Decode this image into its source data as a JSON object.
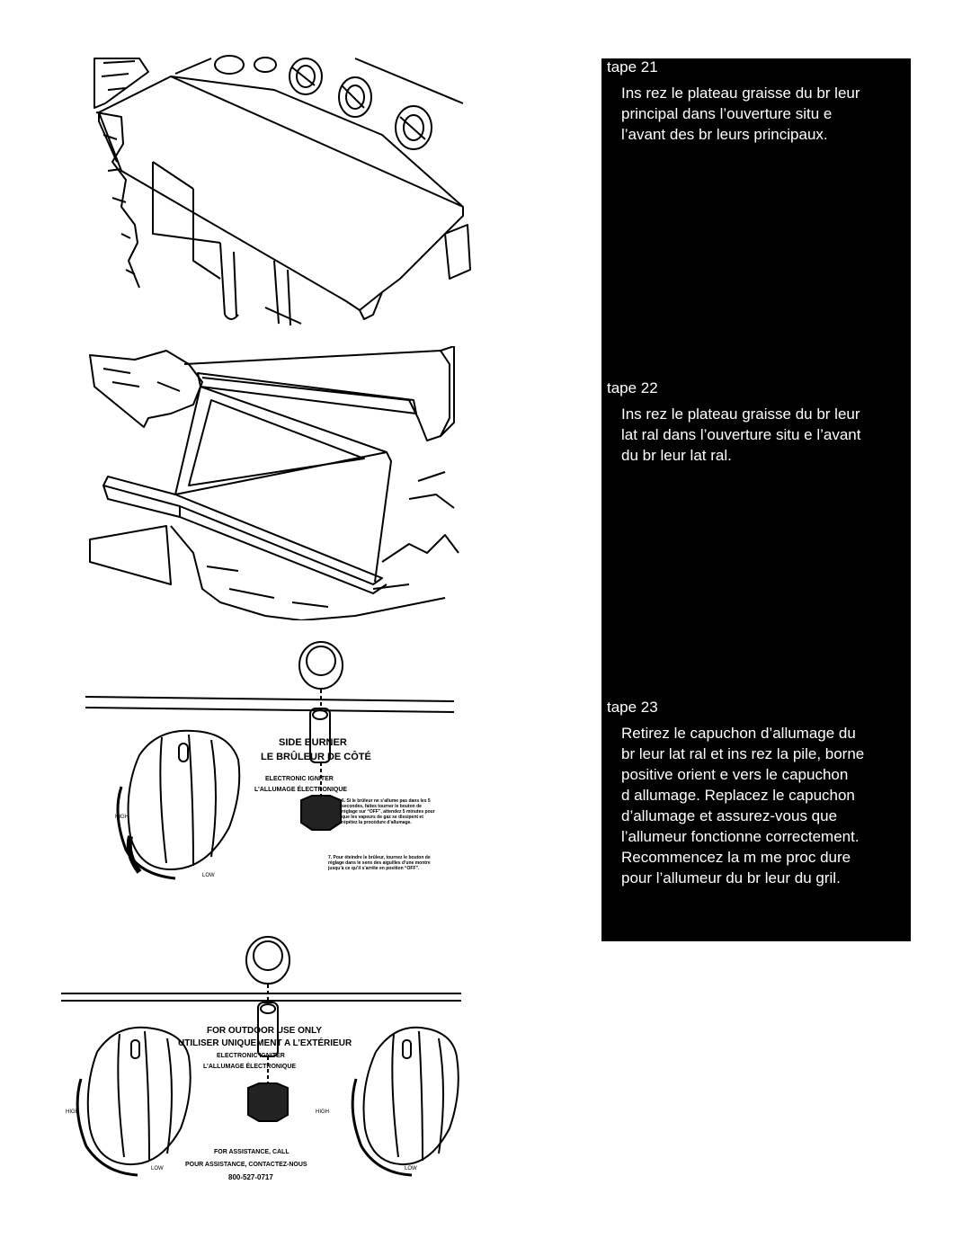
{
  "steps": [
    {
      "title": "tape 21",
      "text": "Ins rez le plateau   graisse du br leur\nprincipal dans l’ouverture situ e\nl’avant des br leurs principaux."
    },
    {
      "title": "tape 22",
      "text": "Ins rez le plateau   graisse du br leur\nlat ral dans l’ouverture situ e   l’avant\ndu br leur lat ral."
    },
    {
      "title": "tape 23",
      "text": "Retirez le capuchon d’allumage du\nbr leur lat ral et ins rez la pile, borne\npositive orient e vers le capuchon\nd allumage. Replacez le capuchon\nd’allumage et assurez-vous que\nl’allumeur fonctionne correctement.\nRecommencez la m me proc dure\npour l’allumeur du br leur du gril."
    }
  ],
  "figure3": {
    "title_en": "SIDE BURNER",
    "title_fr": "LE BRÛLEUR DE CÔTÉ",
    "igniter_en": "ELECTRONIC IGNITER",
    "igniter_fr": "L’ALLUMAGE ÉLECTRONIQUE",
    "high": "HIGH",
    "low": "LOW",
    "instr6": "6. Si le brûleur ne s’allume pas dans les 5 secondes, faites tourner le bouton de réglage sur “OFF”, attendez 5 minutes pour que les vapeurs de gaz se dissipent et répétez la procédure d’allumage.",
    "instr7": "7. Pour éteindre le brûleur, tournez le bouton de réglage dans le sens des aiguilles d’une montre jusqu’à ce qu’il s’arrête en position “OFF”."
  },
  "figure4": {
    "outdoor_en": "FOR OUTDOOR USE ONLY",
    "outdoor_fr": "UTILISER UNIQUEMENT A L’EXTÉRIEUR",
    "igniter_en": "ELECTRONIC IGNITER",
    "igniter_fr": "L’ALLUMAGE ÉLECTRONIQUE",
    "assist_en": "FOR ASSISTANCE, CALL",
    "assist_fr": "POUR ASSISTANCE, CONTACTEZ-NOUS",
    "phone": "800-527-0717",
    "high": "HIGH",
    "low": "LOW"
  }
}
